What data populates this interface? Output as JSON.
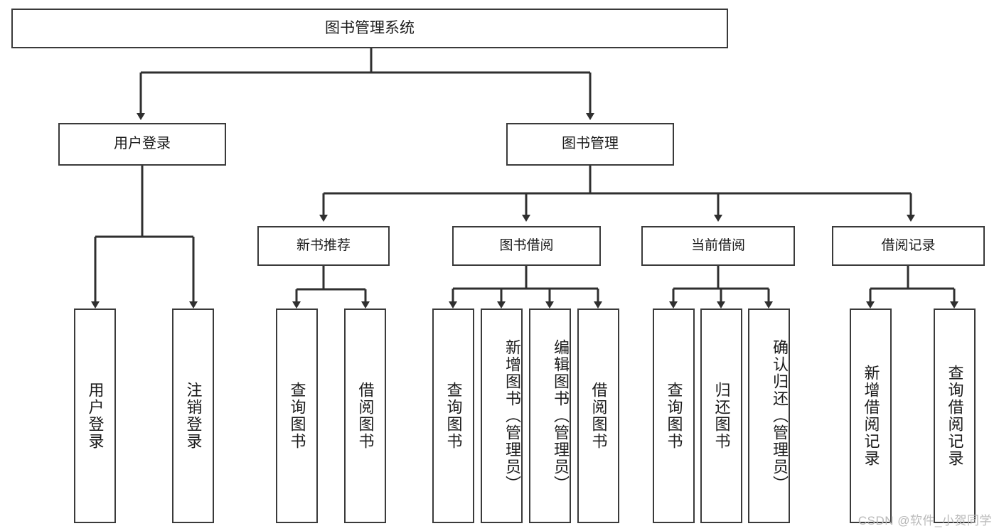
{
  "diagram": {
    "type": "tree-hierarchy-chart",
    "title": "图书管理系统",
    "stroke_color": "#3a3a3a",
    "background_color": "#ffffff",
    "text_color": "#1b1b1b",
    "root": {
      "label": "图书管理系统"
    },
    "level1": [
      {
        "label": "用户登录"
      },
      {
        "label": "图书管理"
      }
    ],
    "level2": [
      {
        "label": "新书推荐"
      },
      {
        "label": "图书借阅"
      },
      {
        "label": "当前借阅"
      },
      {
        "label": "借阅记录"
      }
    ],
    "leaves": {
      "user_login": [
        {
          "label": "用户登录"
        },
        {
          "label": "注销登录"
        }
      ],
      "new_book_recommend": [
        {
          "label": "查询图书"
        },
        {
          "label": "借阅图书"
        }
      ],
      "book_borrow": [
        {
          "label": "查询图书"
        },
        {
          "label": "新增图书（管理员）"
        },
        {
          "label": "编辑图书（管理员）"
        },
        {
          "label": "借阅图书"
        }
      ],
      "current_borrow": [
        {
          "label": "查询图书"
        },
        {
          "label": "归还图书"
        },
        {
          "label": "确认归还（管理员）"
        }
      ],
      "borrow_record": [
        {
          "label": "新增借阅记录"
        },
        {
          "label": "查询借阅记录"
        }
      ]
    }
  },
  "watermark": {
    "text": "CSDN @软件_小贺同学"
  }
}
